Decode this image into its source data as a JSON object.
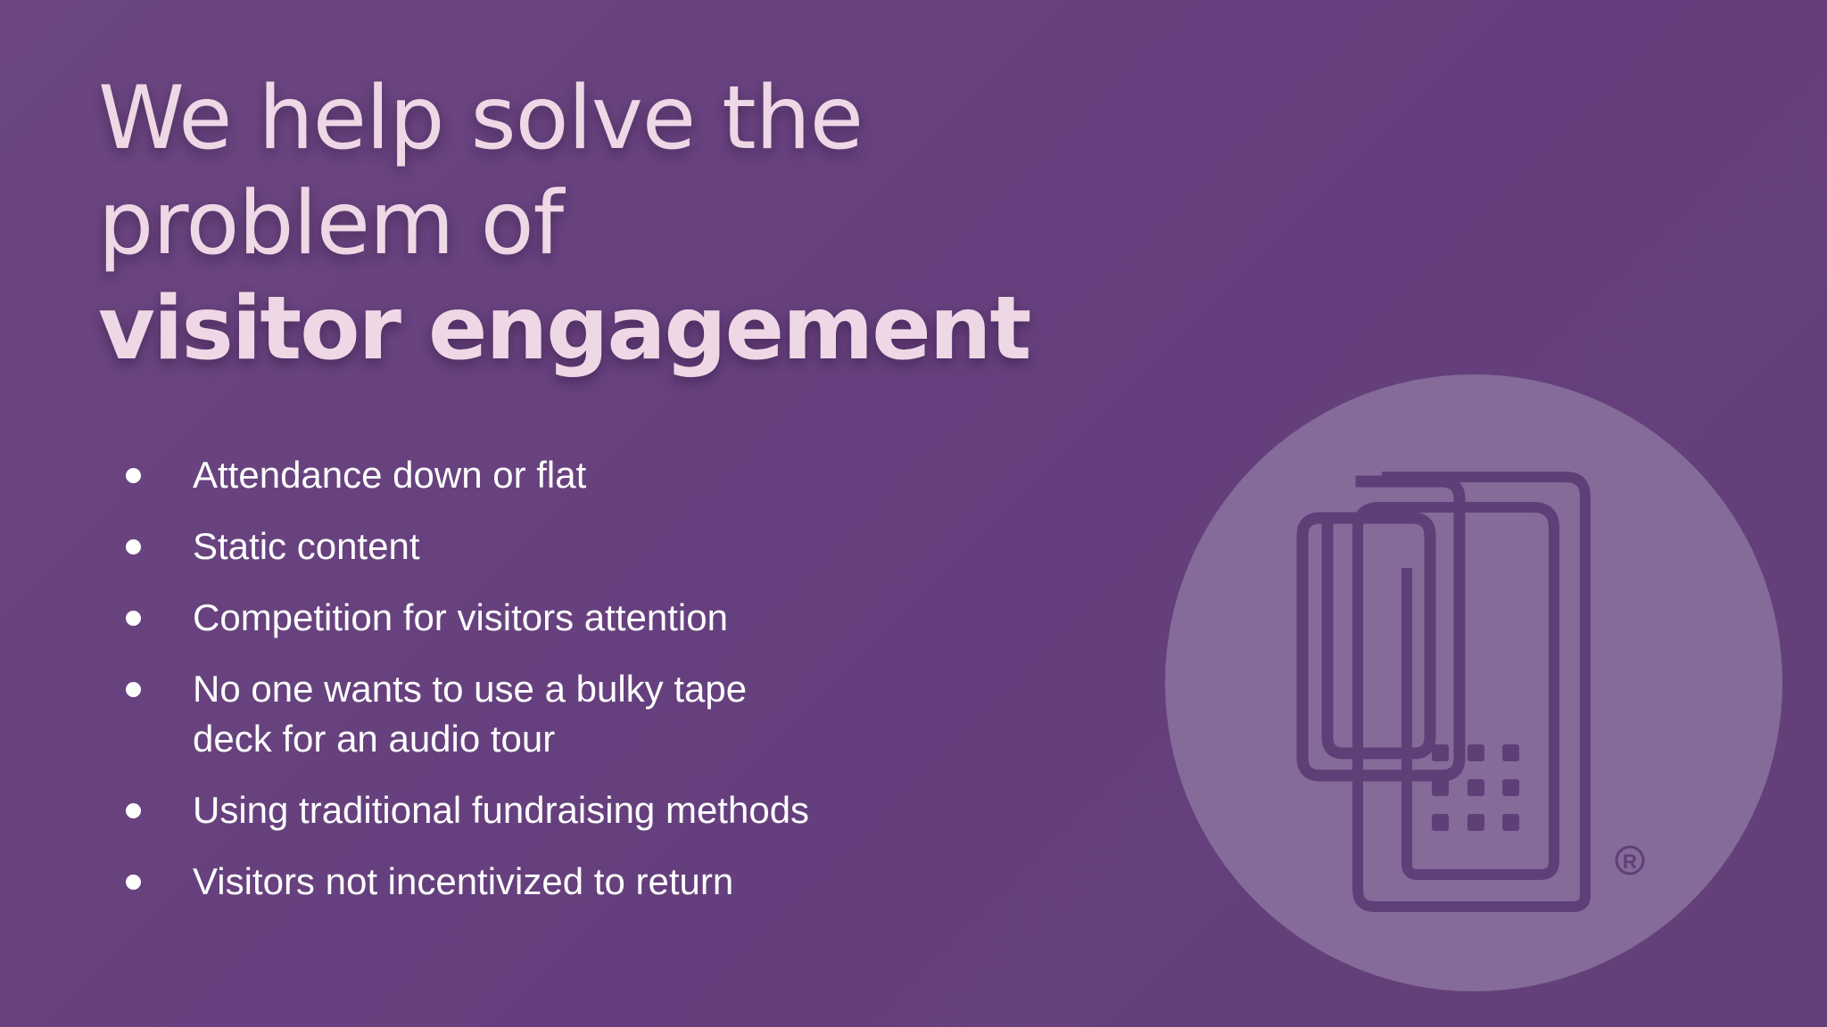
{
  "slide": {
    "headline": {
      "line1": "We  help solve the",
      "line2": "problem of",
      "line3": "visitor engagement"
    },
    "bullets": [
      {
        "text": "Attendance down or flat"
      },
      {
        "text": "Static content"
      },
      {
        "text": "Competition for visitors attention"
      },
      {
        "text": "No one wants to use a bulky tape deck for an audio tour"
      },
      {
        "text": "Using traditional fundraising methods"
      },
      {
        "text": "Visitors not incentivized to return"
      }
    ],
    "logo": {
      "icon": "mobile-device-logo-icon",
      "registered_mark": "®"
    },
    "colors": {
      "background": "#673f7e",
      "headline": "#eed8e5",
      "bullet_text": "#ffffff",
      "logo_circle": "#846b99",
      "logo_mark": "#5e3f77"
    }
  }
}
